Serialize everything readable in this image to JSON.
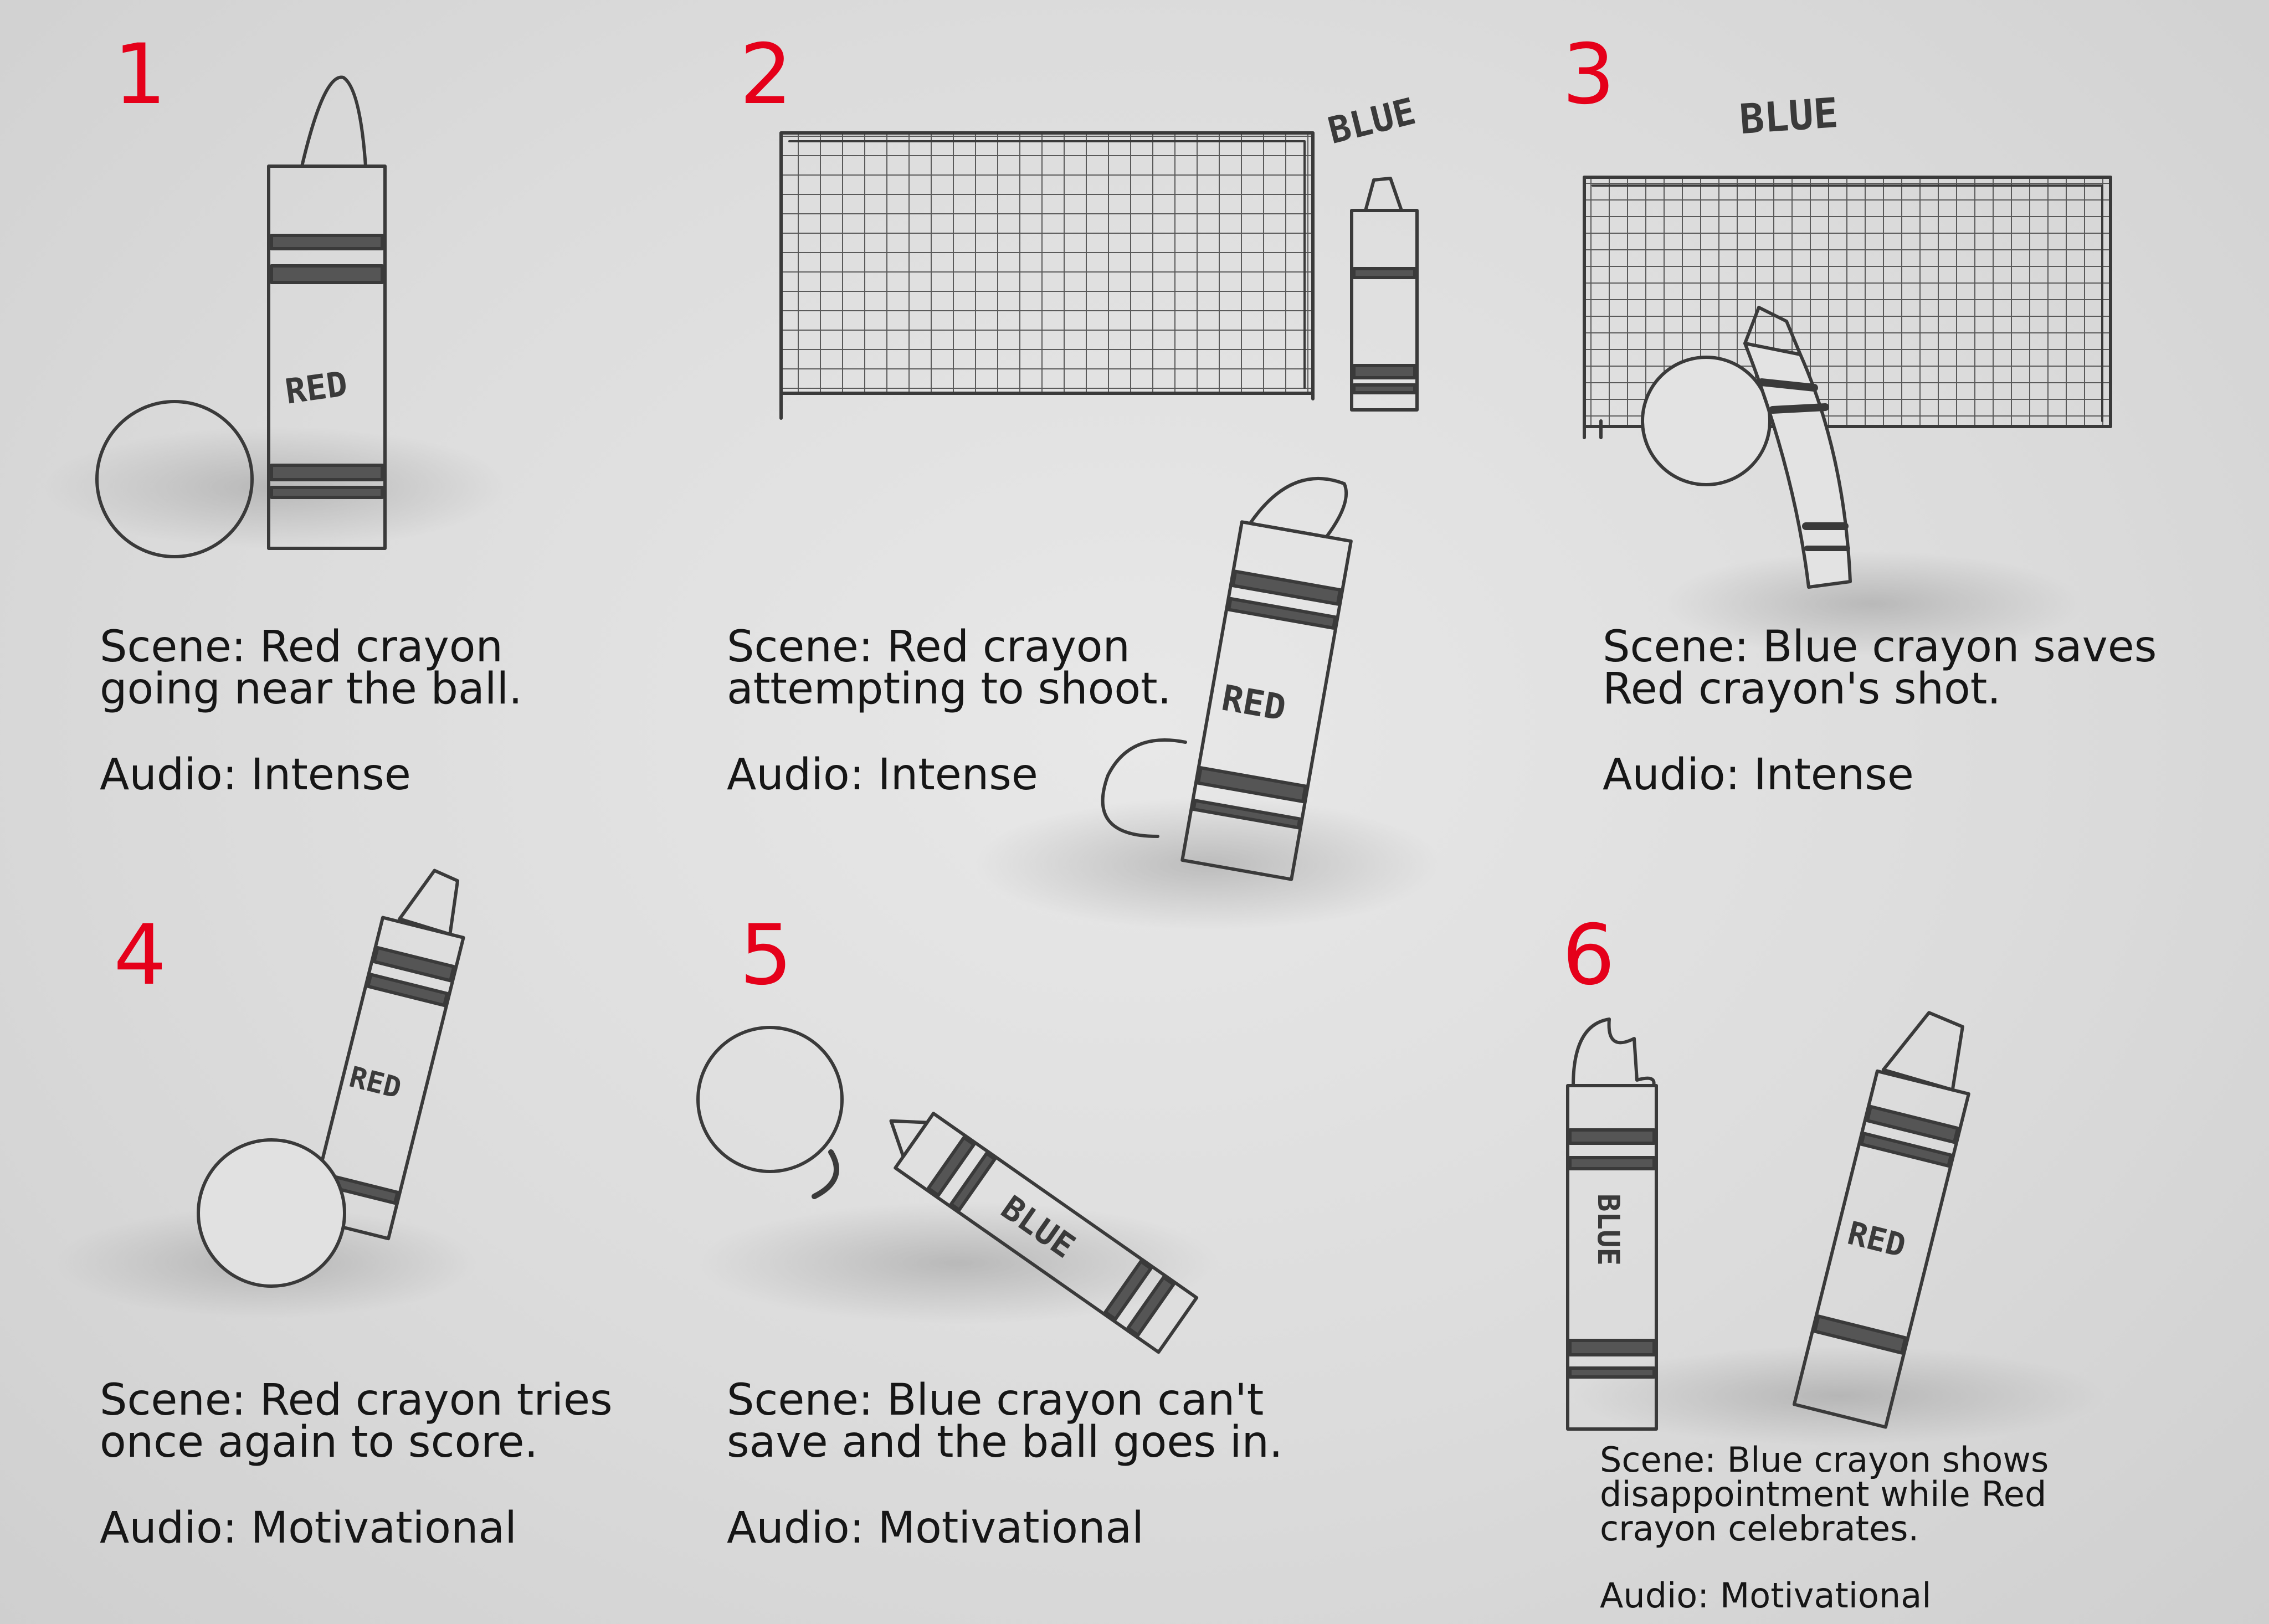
{
  "panels": [
    {
      "number": "1",
      "scene": "Scene: Red crayon\ngoing near the ball.",
      "audio": "Audio: Intense"
    },
    {
      "number": "2",
      "scene": "Scene: Red crayon\nattempting to shoot.",
      "audio": "Audio: Intense"
    },
    {
      "number": "3",
      "scene": "Scene: Blue crayon saves\nRed crayon's shot.",
      "audio": "Audio: Intense"
    },
    {
      "number": "4",
      "scene": "Scene: Red crayon tries\nonce again to score.",
      "audio": "Audio: Motivational"
    },
    {
      "number": "5",
      "scene": "Scene: Blue crayon can't\nsave and the ball goes in.",
      "audio": "Audio: Motivational"
    },
    {
      "number": "6",
      "scene": "Scene: Blue crayon shows\ndisappointment while Red\ncrayon celebrates.",
      "audio": "Audio: Motivational"
    }
  ],
  "drawing_labels": {
    "red": "RED",
    "blue": "BLUE"
  },
  "colors": {
    "panel_number": "#e5001a",
    "text": "#161616",
    "pencil": "#3a3a3a",
    "paper": "#dedede"
  }
}
